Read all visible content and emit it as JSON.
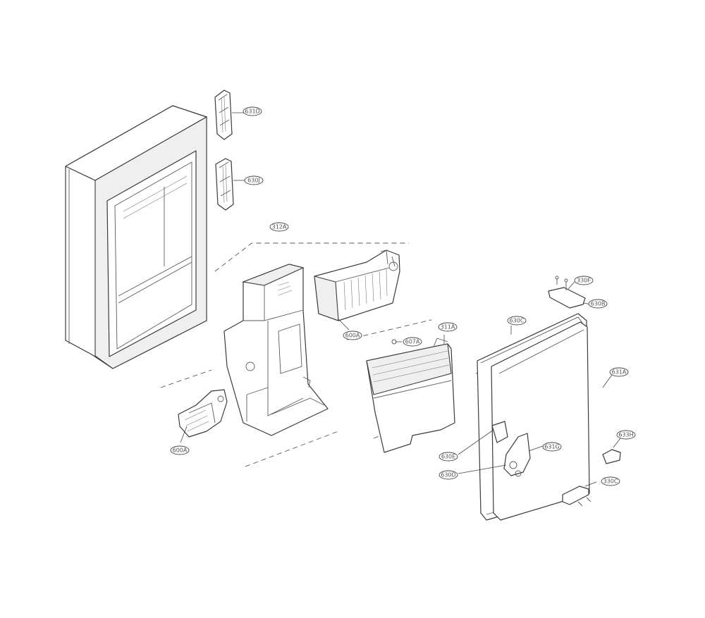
{
  "callouts": [
    {
      "id": "c1",
      "label": "631D"
    },
    {
      "id": "c2",
      "label": "630J"
    },
    {
      "id": "c3",
      "label": "312A"
    },
    {
      "id": "c4",
      "label": "600A"
    },
    {
      "id": "c5",
      "label": "607A"
    },
    {
      "id": "c6",
      "label": "311A"
    },
    {
      "id": "c7",
      "label": "600A"
    },
    {
      "id": "c8",
      "label": "330F"
    },
    {
      "id": "c9",
      "label": "630B"
    },
    {
      "id": "c10",
      "label": "630C"
    },
    {
      "id": "c11",
      "label": "631A"
    },
    {
      "id": "c12",
      "label": "630E"
    },
    {
      "id": "c13",
      "label": "630D"
    },
    {
      "id": "c14",
      "label": "631G"
    },
    {
      "id": "c15",
      "label": "633H"
    },
    {
      "id": "c16",
      "label": "330C"
    }
  ]
}
